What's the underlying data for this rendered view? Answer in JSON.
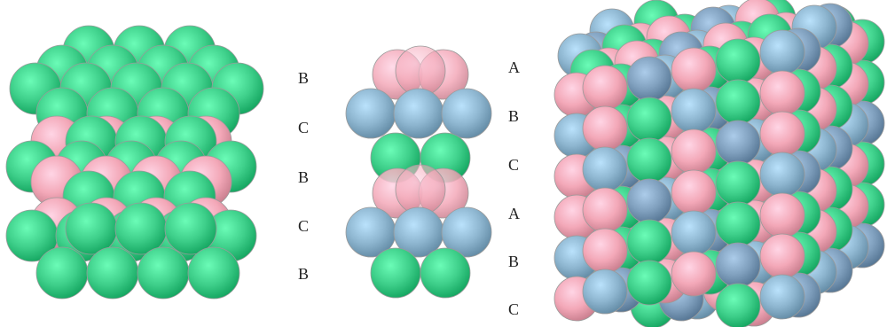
{
  "colors": {
    "green": "#3ecf8a",
    "pink": "#f3a8b8",
    "blue": "#8db5cf",
    "steel": "#7f9fbd",
    "outline": "#9a9a9a",
    "background": "#ffffff"
  },
  "left_stack": {
    "labels": [
      "B",
      "C",
      "B",
      "C",
      "B"
    ]
  },
  "middle_column": {
    "labels": [
      "A",
      "B",
      "C",
      "A",
      "B",
      "C"
    ]
  },
  "right_cube": {}
}
